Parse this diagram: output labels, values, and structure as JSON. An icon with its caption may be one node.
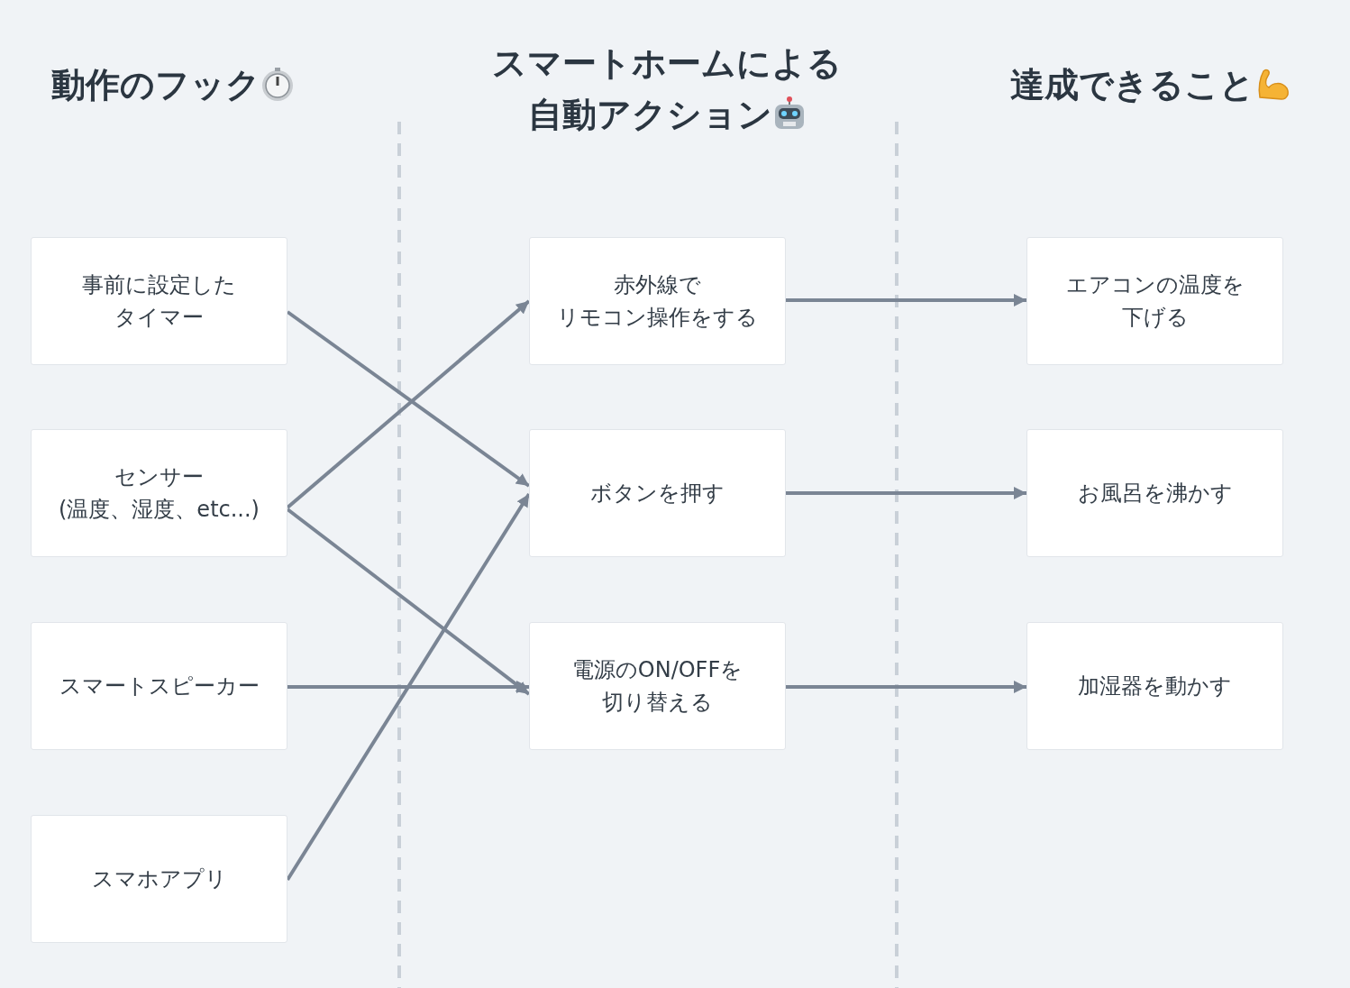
{
  "diagram": {
    "nodes": [
      {
        "text": [
          "事前に設定したタイマー"
        ]
      },
      {
        "text": [
          "センサー(温度、湿度、etc...)"
        ]
      },
      {
        "text": [
          "スマートスピーカー"
        ]
      },
      {
        "text": [
          "スマホアプリ"
        ]
      },
      {
        "text": [
          "赤外線でリモコン操作をする"
        ]
      },
      {
        "text": [
          "ボタンを押す"
        ]
      },
      {
        "text": [
          "電源のON/OFFを切り替える"
        ]
      },
      {
        "text": [
          "エアコンの温度を下げる"
        ]
      },
      {
        "text": [
          "お風呂を沸かす"
        ]
      },
      {
        "text": [
          "加湿器を動かす"
        ]
      }
    ],
    "edges": [
      {
        "from": 0,
        "to": 5,
        "arrow": "to"
      },
      {
        "from": 1,
        "to": 4,
        "arrow": "to"
      },
      {
        "from": 1,
        "to": 6,
        "arrow": "to"
      },
      {
        "from": 2,
        "to": 6,
        "arrow": "to"
      },
      {
        "from": 3,
        "to": 5,
        "arrow": "to"
      },
      {
        "from": 4,
        "to": 7,
        "arrow": "to"
      },
      {
        "from": 5,
        "to": 8,
        "arrow": "to"
      },
      {
        "from": 6,
        "to": 9,
        "arrow": "to"
      }
    ],
    "labels": [
      "動作のフック",
      "スマートホームによる自動アクション",
      "達成できること"
    ]
  }
}
